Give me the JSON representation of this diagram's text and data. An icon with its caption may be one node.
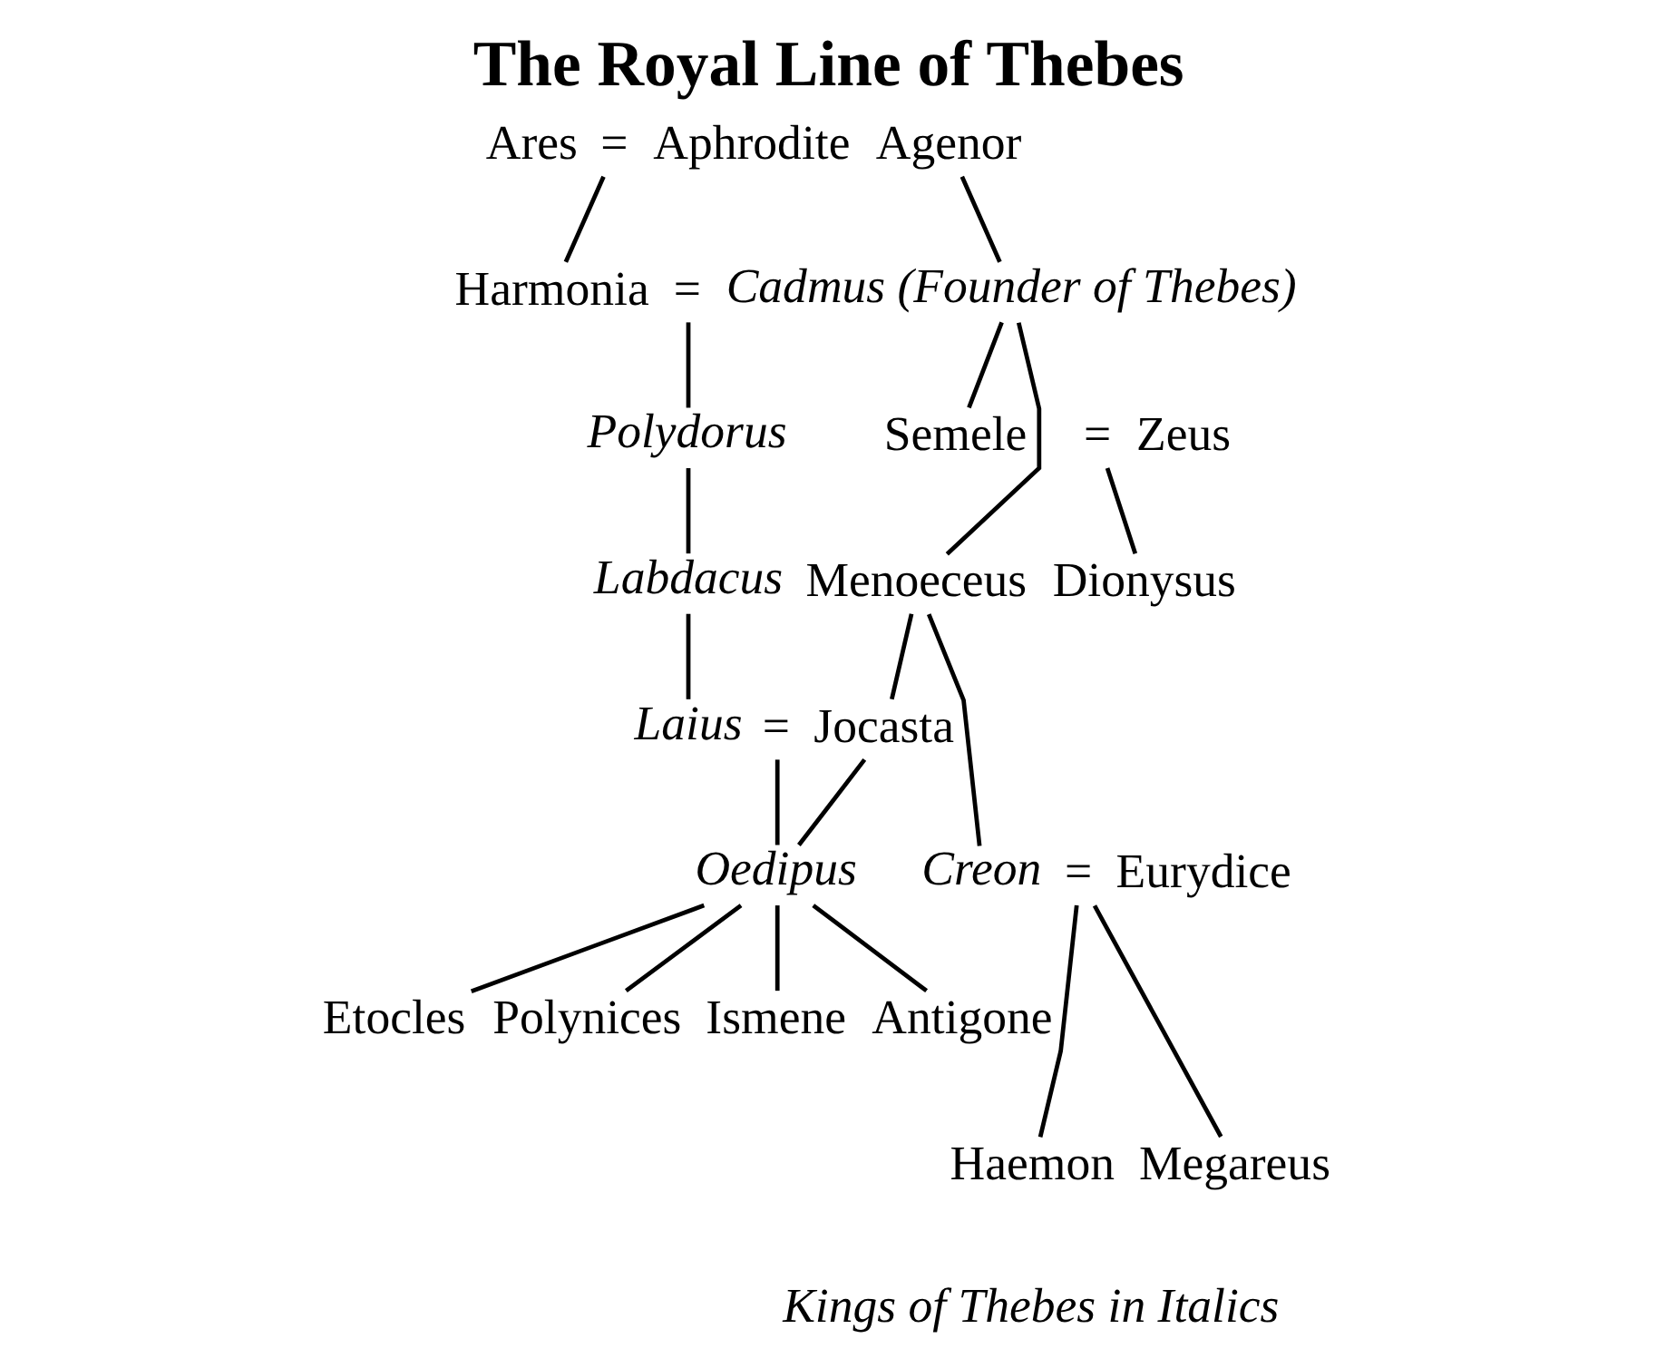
{
  "diagram": {
    "title": "The Royal Line of Thebes",
    "nodes": [
      {
        "text": [
          "Ares"
        ]
      },
      {
        "text": [
          "="
        ]
      },
      {
        "text": [
          "Aphrodite"
        ]
      },
      {
        "text": [
          "Agenor"
        ]
      },
      {
        "text": [
          "Harmonia"
        ]
      },
      {
        "text": [
          "="
        ]
      },
      {
        "text": [
          "Cadmus (Founder of Thebes)"
        ]
      },
      {
        "text": [
          "Polydorus"
        ]
      },
      {
        "text": [
          "Semele"
        ]
      },
      {
        "text": [
          "="
        ]
      },
      {
        "text": [
          "Zeus"
        ]
      },
      {
        "text": [
          "Labdacus"
        ]
      },
      {
        "text": [
          "Menoeceus"
        ]
      },
      {
        "text": [
          "Dionysus"
        ]
      },
      {
        "text": [
          "Laius"
        ]
      },
      {
        "text": [
          "="
        ]
      },
      {
        "text": [
          "Jocasta"
        ]
      },
      {
        "text": [
          "Oedipus"
        ]
      },
      {
        "text": [
          "Creon"
        ]
      },
      {
        "text": [
          "="
        ]
      },
      {
        "text": [
          "Eurydice"
        ]
      },
      {
        "text": [
          "Etocles"
        ]
      },
      {
        "text": [
          "Polynices"
        ]
      },
      {
        "text": [
          "Ismene"
        ]
      },
      {
        "text": [
          "Antigone"
        ]
      },
      {
        "text": [
          "Haemon"
        ]
      },
      {
        "text": [
          "Megareus"
        ]
      }
    ],
    "edges": [
      {
        "from": 1,
        "to": 4,
        "arrow": "none"
      },
      {
        "from": 3,
        "to": 6,
        "arrow": "none"
      },
      {
        "from": 5,
        "to": 7,
        "arrow": "none"
      },
      {
        "from": 6,
        "to": 12,
        "arrow": "none"
      },
      {
        "from": 6,
        "to": 8,
        "arrow": "none"
      },
      {
        "from": 9,
        "to": 13,
        "arrow": "none"
      },
      {
        "from": 7,
        "to": 11,
        "arrow": "none"
      },
      {
        "from": 11,
        "to": 14,
        "arrow": "none"
      },
      {
        "from": 12,
        "to": 16,
        "arrow": "none"
      },
      {
        "from": 12,
        "to": 18,
        "arrow": "none"
      },
      {
        "from": 15,
        "to": 17,
        "arrow": "none"
      },
      {
        "from": 16,
        "to": 17,
        "arrow": "none"
      },
      {
        "from": 17,
        "to": 21,
        "arrow": "none"
      },
      {
        "from": 17,
        "to": 22,
        "arrow": "none"
      },
      {
        "from": 17,
        "to": 23,
        "arrow": "none"
      },
      {
        "from": 17,
        "to": 24,
        "arrow": "none"
      },
      {
        "from": 19,
        "to": 25,
        "arrow": "none"
      },
      {
        "from": 19,
        "to": 26,
        "arrow": "none"
      }
    ],
    "labels": [
      "Kings of Thebes in Italics"
    ]
  }
}
